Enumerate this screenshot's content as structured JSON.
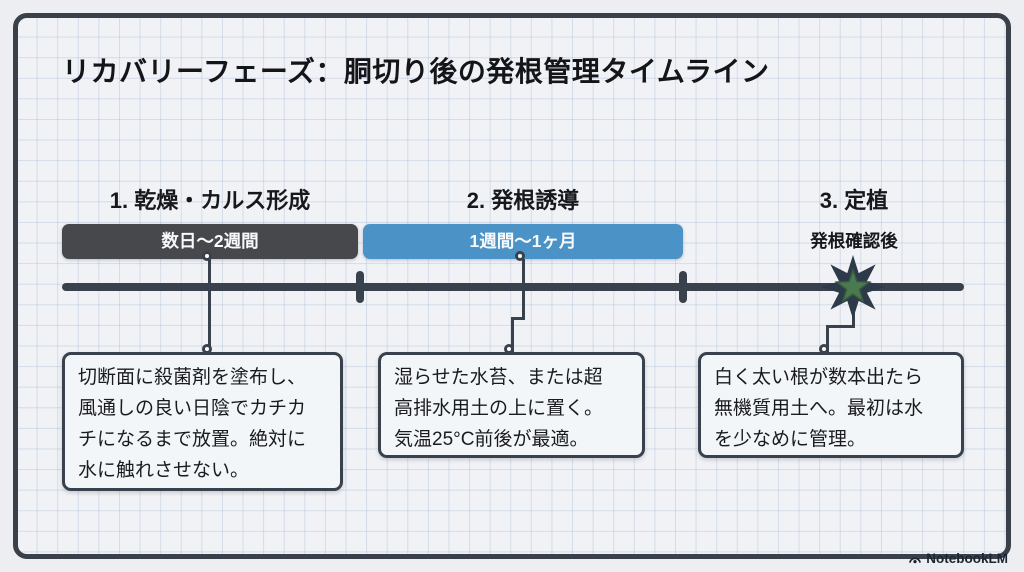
{
  "title": "リカバリーフェーズ：胴切り後の発根管理タイムライン",
  "phases": [
    {
      "heading": "1. 乾燥・カルス形成",
      "duration": "数日〜2週間",
      "note_lines": [
        "切断面に殺菌剤を塗布し、",
        "風通しの良い日陰でカチカ",
        "チになるまで放置。絶対に",
        "水に触れさせない。"
      ]
    },
    {
      "heading": "2. 発根誘導",
      "duration": "1週間〜1ヶ月",
      "note_lines": [
        "湿らせた水苔、または超",
        "高排水用土の上に置く。",
        "気温25°C前後が最適。"
      ]
    },
    {
      "heading": "3. 定植",
      "timing_label": "発根確認後",
      "marker": "star-burst-icon",
      "note_lines": [
        "白く太い根が数本出たら",
        "無機質用土へ。最初は水",
        "を少なめに管理。"
      ]
    }
  ],
  "watermark": {
    "label": "NotebookLM",
    "icon": "notebooklm-logo-icon"
  },
  "colors": {
    "background": "#eceef2",
    "grid_line": "#d7dfeb",
    "frame_border": "#39404a",
    "text": "#17181c",
    "phase1_bar": "#47484b",
    "phase2_bar": "#4b93c6",
    "timeline": "#39414c",
    "box_background": "#f3f6f9",
    "star_outer": "#2c3a49",
    "star_inner": "#4a7a50"
  }
}
